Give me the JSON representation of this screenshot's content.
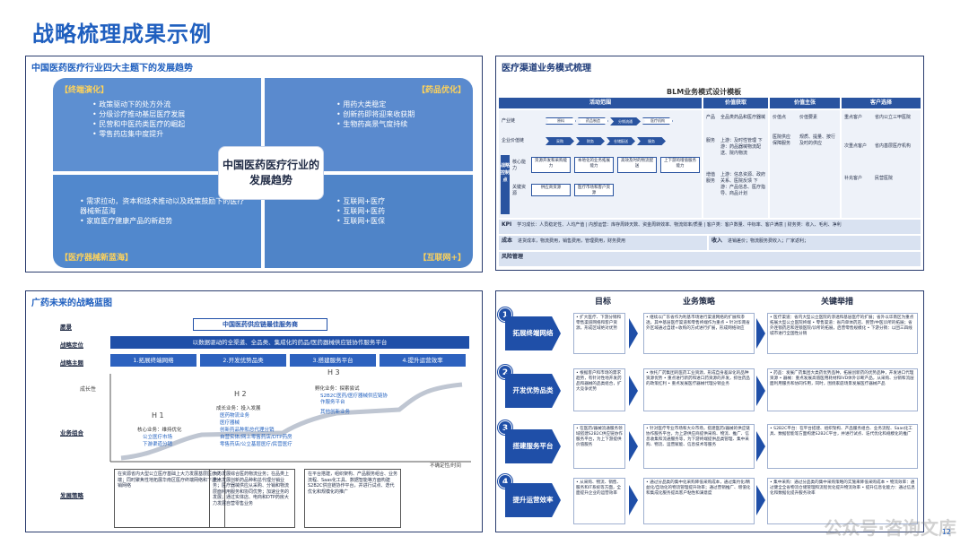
{
  "page_title": "战略梳理成果示例",
  "q1": {
    "title": "中国医药医疗行业四大主题下的发展趋势",
    "center": "中国医药医疗行业的发展趋势",
    "tl": {
      "tag": "【终端演化】",
      "items": [
        "政策驱动下的处方外流",
        "分级诊疗推动基层医疗发展",
        "民营和中医药类医疗的崛起",
        "零售药店集中度提升"
      ]
    },
    "tr": {
      "tag": "【药品优化】",
      "items": [
        "用药大类稳定",
        "创新药即将迎来收获期",
        "生物药高景气度持续"
      ]
    },
    "bl": {
      "tag": "【医疗器械新蓝海】",
      "items": [
        "需求拉动，资本和技术推动以及政策鼓励下的医疗器械新蓝海",
        "家庭医疗健康产品的新趋势"
      ]
    },
    "br": {
      "tag": "【互联网+】",
      "items": [
        "互联网+医疗",
        "互联网+医药",
        "互联网+医保"
      ]
    }
  },
  "q2": {
    "title": "医疗渠道业务模式梳理",
    "bml_title": "BLM业务模式设计模板",
    "headers": [
      "活动范围",
      "价值获取",
      "价值主张",
      "客户选择"
    ],
    "left_rows": [
      "产业链",
      "企业价值链",
      "战略控制点"
    ],
    "chain": [
      "原料",
      "药品制造",
      "分销流通",
      "医疗机构"
    ],
    "vchain": [
      "采购",
      "财务",
      "仓储配送",
      "服务"
    ],
    "ctrl_a": "核心能力",
    "ctrl_b": "关键资源",
    "core": [
      "资源开发和采购能力",
      "本地化的业务拓展能力",
      "高效及时的物流配送",
      "上下游的增值服务能力"
    ],
    "res": [
      "供应商资源",
      "医疗市场和客户资源"
    ],
    "vg_labels": [
      "产品",
      "服务",
      "增值服务"
    ],
    "vg_texts": [
      "全品类药品和医疗器械",
      "上游：及时性管理 下游：药品器械物流配送、院内物流",
      "上游：信息资源、政府关系、医院反馈 下游：产品信息、医疗指导、商品计划"
    ],
    "vp_a": "价值点",
    "vp_b": "价值要素",
    "vp_c": "医院供应保障服务",
    "vp_d": "规质、提量、按行及时的供应",
    "cs_a": "重点客户",
    "cs_b": "省内公立三甲医院",
    "cs_c": "次重点客户",
    "cs_d": "省内基层医疗机构",
    "cs_e": "补充客户",
    "cs_f": "民营医院",
    "kpi_label": "KPI",
    "kpi": "学习成长：人员稳定性、人均产值 | 内部运营：库存周转天数、资金周转效率、物流效率/质量 | 客户类：客户数量、中标率、客户满意 | 财务类：收入、毛利、净利",
    "cost_label": "成本",
    "cost": "进货成本，物流费用，销售费用，管理费用，财务费用",
    "income_label": "收入",
    "income": "进销差价；物流服务费收入；厂家返利；",
    "risk_label": "风险管理"
  },
  "q3": {
    "title": "广药未来的战略蓝图",
    "vision_label": "愿景",
    "vision": "中国医药供应链最佳服务商",
    "pos_label": "战略定位",
    "pos": "以数据驱动的全渠道、全品类、集成化的药品/医药器械供应链协作服务平台",
    "theme_label": "战略主题",
    "themes": [
      "1.拓展终端网络",
      "2.开发优势品类",
      "3.搭建服务平台",
      "4.提升运营效率"
    ],
    "y_axis": "成长性",
    "x_axis": "不确定性/时间",
    "combo_label": "业务组合",
    "h1": "H 1",
    "h2": "H 2",
    "h3": "H 3",
    "h1_head": "核心业务：维持优化",
    "h1_items": [
      "公立医疗市场",
      "下游渠道分销"
    ],
    "h2_head": "成长业务：投入发展",
    "h2_items": [
      "医药物流业务",
      "医疗器械",
      "创新药品种和总代理分销",
      "自营实体/网上零售药店/DTP药房",
      "零售药店/公立基层医疗/民营医疗"
    ],
    "h3_head": "孵化业务：探索尝试",
    "h3_items": [
      "S2B2C医药/医疗器械供应链协作服务平台",
      "其他创新业务"
    ],
    "strat_label": "发展策略",
    "strat1": "在资源省内大型公立医疗基础上大力发展基层医疗终端；同时聚焦性地拓展华南区医疗终端网络和下游分销网络",
    "strat2": "大力发展综合医药物流业务；在品类上重点发展创新药品种和总代理分销业务；医疗器械供应从采购、分销和物流层面利用服务和协同优势；加速业务的发展；通过实体店、电商和DTP药房大力发展自营零售业务",
    "strat3": "在平台搭建，组织架构、产品服务组合、业务流程、Saas化工具、数据智能等方面构建S2B2C供应链协作平台，并进行试点、迭代优化和规模化的推广"
  },
  "q4": {
    "col_goal": "目标",
    "col_strat": "业务策略",
    "col_act": "关键举措",
    "steps": [
      {
        "num": "1",
        "name": "拓展终端网络",
        "goal": "• 扩大医疗、下游分销和零售渠道网络和客户资源，形成区域绝对优势",
        "strat": "• 继续以广东省作为利基市场进行渠道网络的扩展和渗透，其中基层医疗渠道和零售终端作为重点 • 针对华南省外区域通过自建+收购的方式进行扩展，形成网络效应",
        "act": "• 医疗渠道：省内大型公立医院的渗透和基层医疗的扩展；省外以华南区为重点拓展大型公立医院终端 • 零售渠道：省内单体药店、民营/中医诊所的拓展；省外连锁药店和连锁医院/诊所的拓展，启营零售规模化 • 下游分销：以团三四线城市进行全国性分销"
      },
      {
        "num": "2",
        "name": "开发优势品类",
        "goal": "• 根据客户和市场的需求趋势，有针对性地开发药品和器械的品类组合，扩大竞争优势",
        "strat": "• 依托广药集团的医药工业资源，形成自身差异化的品种资源优势 • 重点进行新药和进口药资源的开发，抓住药品的政策红利 • 重点发展医疗器械代理分销业务",
        "act": "• 药品：发展广药集团大类药优势品种，拓展创新药的优势品种，开发进口代理资源 • 器械：重点发展高值医用耗材和IVD体外诊断产品，从采购、分销和流层面利用服务和协同作用，同时，围绕家庭场景发展医疗器械产品"
      },
      {
        "num": "3",
        "name": "搭建服务平台",
        "goal": "• 在医药/器械流通服务领域搭建S2B2C供应链协作服务平台，为上下游提供价值服务",
        "strat": "• 针对医疗专业市场和大众市场，搭建医药/器械的供应链协作服务平台，为上游供应商提供采购、物流、推广、信息收集和流通服务等，为下游终端提供品类管理、集中采购、物流、运营赋能、信息技术等服务",
        "act": "• S2B2C平台：在平台搭建、组织架构、产品服务组合、业务流程、Saas化工具、数据智能等方面构建S2B2C平台，并进行试点、迭代优化和规模化的推广"
      },
      {
        "num": "4",
        "name": "提升运营效率",
        "goal": "• 从采购、物流、销售、服务和IT系统等方面，全面提升企业的运营效率",
        "strat": "• 通过分品类的集中化采购降低采购成本，通过集约化/精益化/自动化的物流管理提升效率；通过营销推广、增值化和集成化服务提高客户粘性和满意度",
        "act": "• 集中采购：通过分品类的集中采购策略的实施来降低采购成本 • 物流效率：通过健全全省物流仓储管理和流程优化提升物流效率 • 提升信息化能力：通过信息化和数据化提升服务效率"
      }
    ]
  },
  "watermark": "公众号·咨询文库",
  "page_number": "12"
}
